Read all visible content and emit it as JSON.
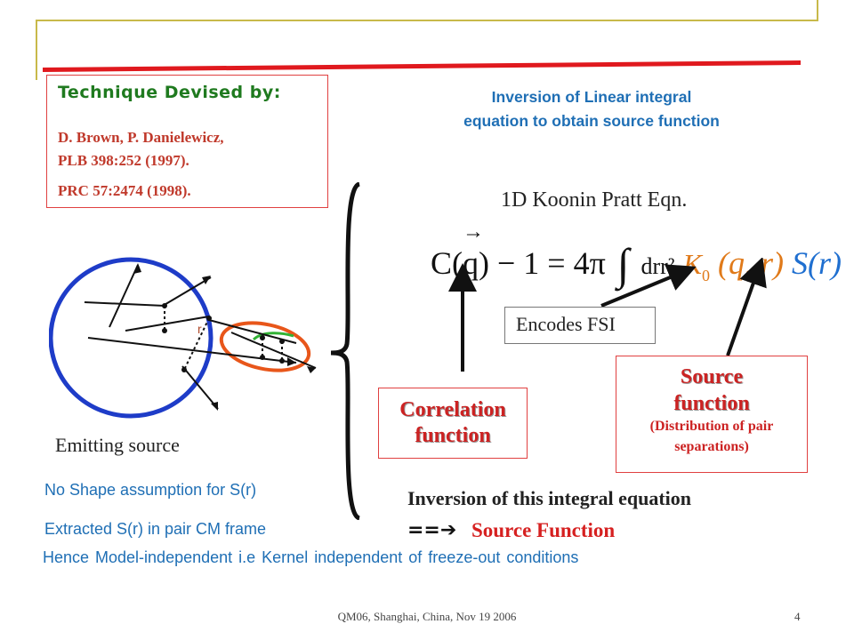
{
  "credit": {
    "title": "Technique Devised by:",
    "lines": [
      "D. Brown, P. Danielewicz,",
      "PLB 398:252 (1997).",
      "PRC 57:2474 (1998)."
    ]
  },
  "inversion_title": [
    "Inversion of Linear integral",
    "equation to obtain source function"
  ],
  "equation": {
    "name": "1D Koonin Pratt Eqn.",
    "lhs": "C(q) − 1 = 4π",
    "integrand": "drr²",
    "kernel": "K",
    "kernel_sub": "0",
    "kernel_args": "(q, r)",
    "source": "S(r)"
  },
  "annotations": {
    "encodes": "Encodes FSI",
    "correlation": [
      "Correlation",
      "function"
    ],
    "source_title": [
      "Source",
      "function"
    ],
    "source_desc": [
      "(Distribution of pair",
      "separations)"
    ]
  },
  "diagram": {
    "emitting_label": "Emitting source",
    "r_label": "r"
  },
  "notes": {
    "no_shape": "No Shape assumption for S(r)",
    "extracted": "Extracted S(r) in pair CM frame",
    "hence": "Hence Model-independent  i.e Kernel independent  of freeze-out conditions"
  },
  "conclusion": {
    "line1": "Inversion of this integral equation",
    "arrow": "==➔",
    "line2": "Source Function"
  },
  "footer": {
    "text": "QM06, Shanghai, China, Nov 19 2006",
    "page": "4"
  }
}
